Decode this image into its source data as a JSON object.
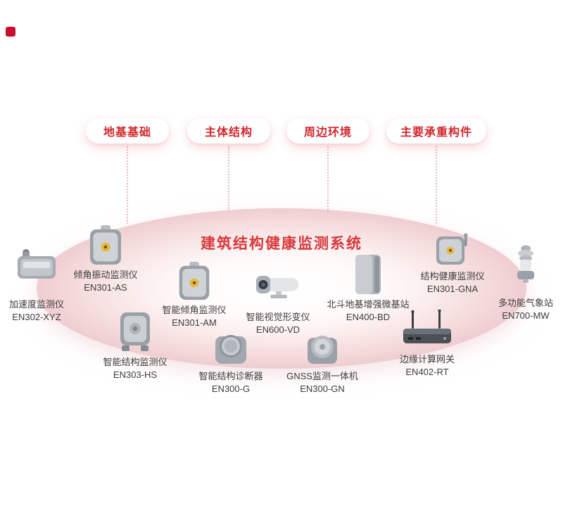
{
  "brand": {
    "logo_color": "#c8102e"
  },
  "diagram_title": "建筑结构健康监测系统",
  "categories": [
    {
      "label": "地基基础"
    },
    {
      "label": "主体结构"
    },
    {
      "label": "周边环境"
    },
    {
      "label": "主要承重构件"
    }
  ],
  "devices": [
    {
      "name": "加速度监测仪",
      "model": "EN302-XYZ"
    },
    {
      "name": "倾角振动监测仪",
      "model": "EN301-AS"
    },
    {
      "name": "智能倾角监测仪",
      "model": "EN301-AM"
    },
    {
      "name": "智能视觉形变仪",
      "model": "EN600-VD"
    },
    {
      "name": "北斗地基增强微基站",
      "model": "EN400-BD"
    },
    {
      "name": "结构健康监测仪",
      "model": "EN301-GNA"
    },
    {
      "name": "多功能气象站",
      "model": "EN700-MW"
    },
    {
      "name": "智能结构监测仪",
      "model": "EN303-HS"
    },
    {
      "name": "智能结构诊断器",
      "model": "EN300-G"
    },
    {
      "name": "GNSS监测一体机",
      "model": "EN300-GN"
    },
    {
      "name": "边缘计算网关",
      "model": "EN402-RT"
    }
  ],
  "colors": {
    "accent_red": "#d2262c",
    "ellipse_pink": "#f5dcdd"
  }
}
